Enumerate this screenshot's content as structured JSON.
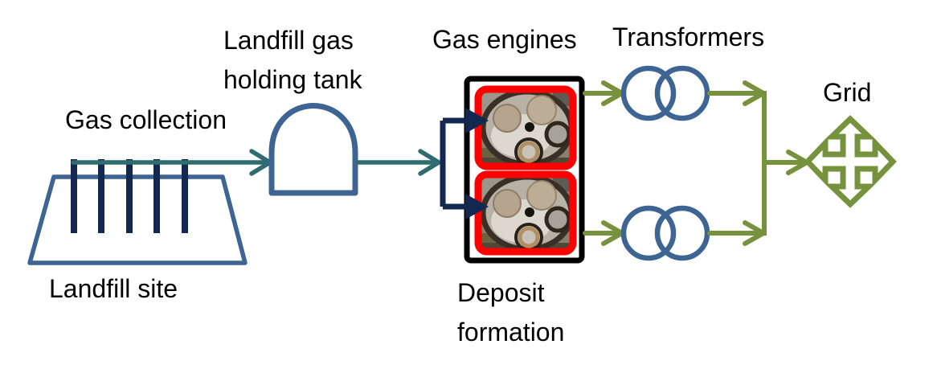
{
  "colors": {
    "steel_blue": "#3D6493",
    "dark_navy": "#122850",
    "teal": "#2E6C70",
    "olive_green": "#76923C",
    "frame_red": "#FF0000",
    "frame_black": "#000000",
    "text": "#000000",
    "background": "#FFFFFF"
  },
  "nodes": {
    "gas_collection": {
      "label": "Gas collection"
    },
    "holding_tank": {
      "lines": [
        "Landfill gas",
        "holding tank"
      ],
      "icon": "dome-tank-icon"
    },
    "gas_engines": {
      "label": "Gas engines",
      "icon": "engine-cylinder-head-photo",
      "count": 2
    },
    "deposit_formation": {
      "lines": [
        "Deposit",
        "formation"
      ]
    },
    "transformers": {
      "label": "Transformers",
      "icon": "transformer-coils-icon",
      "count": 2
    },
    "grid": {
      "label": "Grid",
      "icon": "four-way-arrows-icon"
    },
    "landfill_site": {
      "label": "Landfill site",
      "icon": "landfill-trapezoid-icon",
      "gas_well_count": 5
    }
  },
  "edges": [
    {
      "from": "landfill_site",
      "to": "holding_tank",
      "color": "teal"
    },
    {
      "from": "holding_tank",
      "to": "splitter",
      "color": "teal"
    },
    {
      "from": "splitter",
      "to": "gas_engine_1",
      "color": "dark_navy"
    },
    {
      "from": "splitter",
      "to": "gas_engine_2",
      "color": "dark_navy"
    },
    {
      "from": "gas_engine_1",
      "to": "transformer_1",
      "color": "olive_green"
    },
    {
      "from": "gas_engine_2",
      "to": "transformer_2",
      "color": "olive_green"
    },
    {
      "from": "transformer_1",
      "to": "bus_line",
      "color": "olive_green"
    },
    {
      "from": "transformer_2",
      "to": "bus_line",
      "color": "olive_green"
    },
    {
      "from": "bus_line",
      "to": "grid",
      "color": "olive_green"
    }
  ]
}
